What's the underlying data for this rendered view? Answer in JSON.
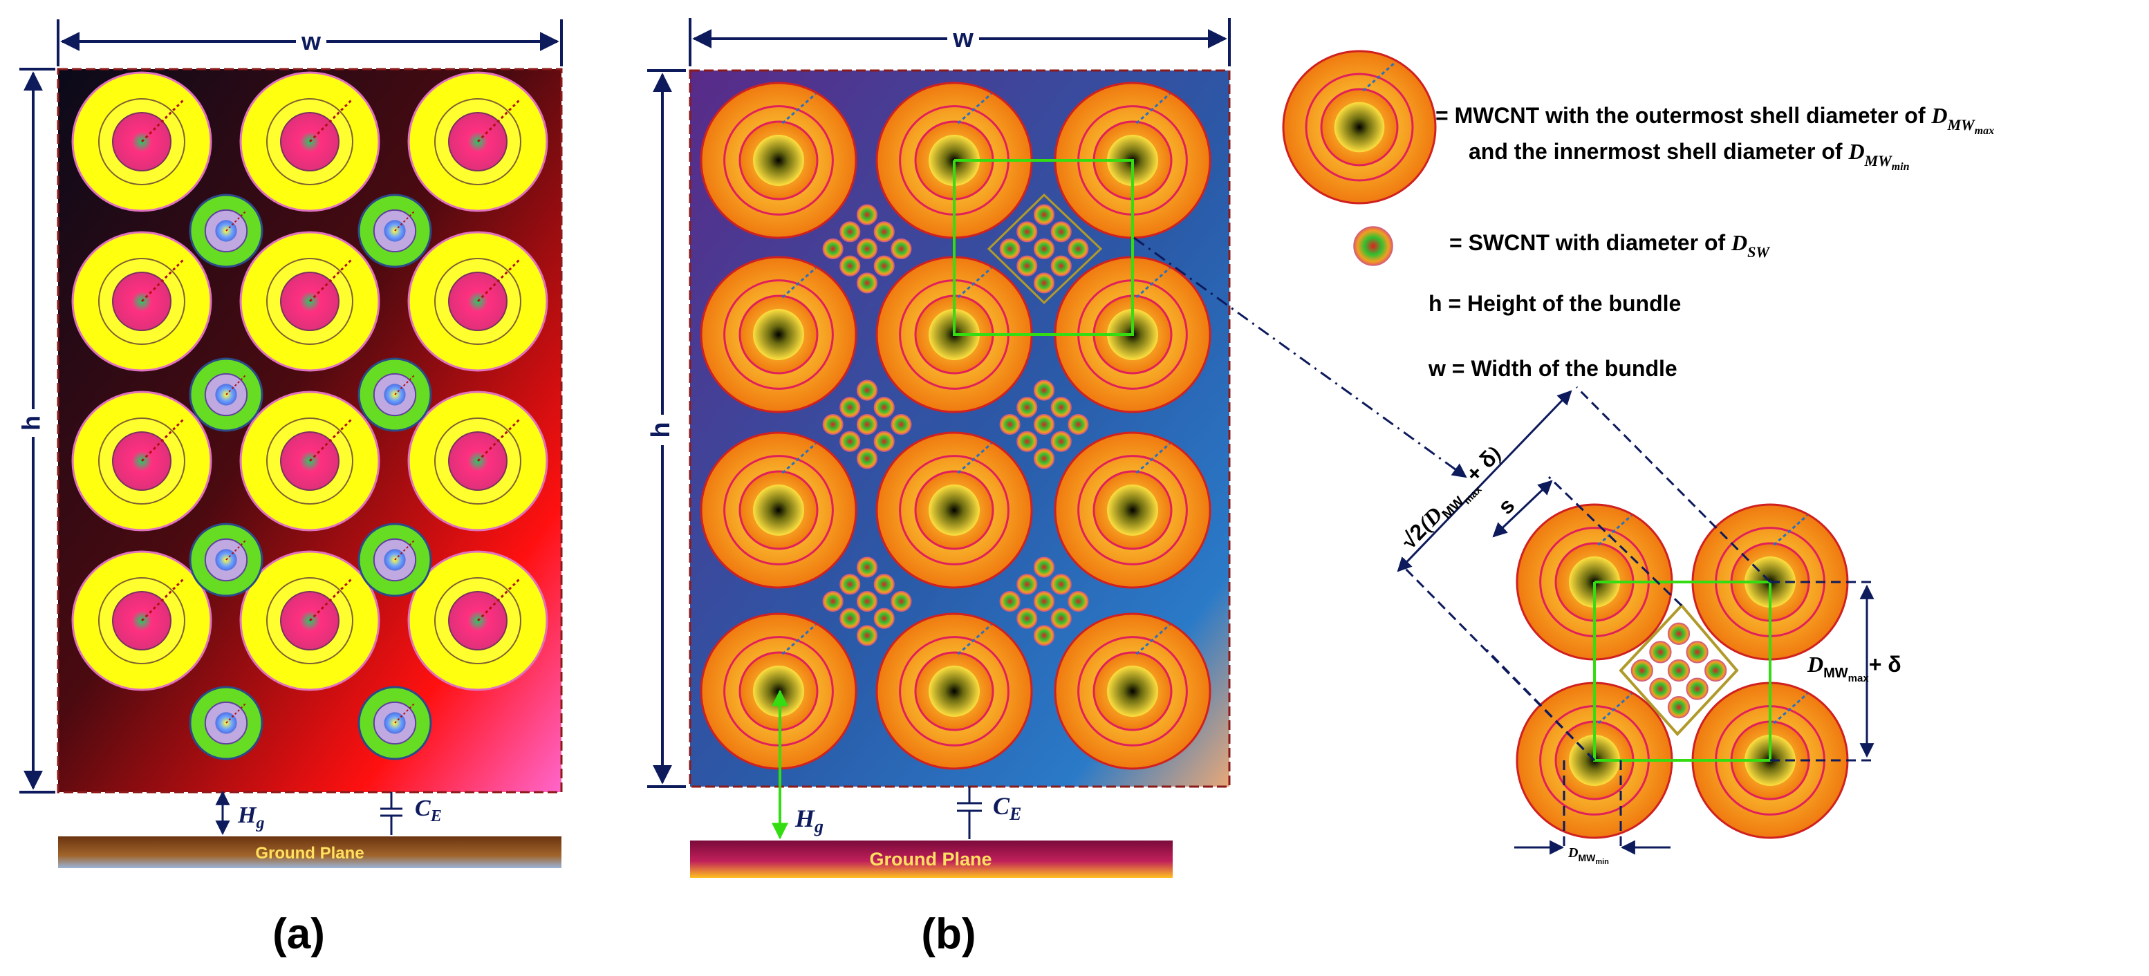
{
  "panel_a": {
    "width_label": "w",
    "height_label": "h",
    "gap_label": "H",
    "gap_sub": "g",
    "cap_label": "C",
    "cap_sub": "E",
    "ground_label": "Ground Plane",
    "caption": "(a)"
  },
  "panel_b": {
    "width_label": "w",
    "height_label": "h",
    "gap_label": "H",
    "gap_sub": "g",
    "cap_label": "C",
    "cap_sub": "E",
    "ground_label": "Ground Plane",
    "caption": "(b)"
  },
  "legend": {
    "mwcnt_line1_prefix": "= MWCNT with the outermost shell diameter of ",
    "mwcnt_line2_prefix": "and the innermost shell diameter of ",
    "d_symbol": "D",
    "mw_sub": "MW",
    "max_sub": "max",
    "min_sub": "min",
    "swcnt_prefix": "= SWCNT with diameter of ",
    "sw_sub": "SW",
    "height_def": "h = Height of the bundle",
    "width_def": "w = Width of the bundle"
  },
  "zoom": {
    "sqrt_label": "√2",
    "plus_delta": "+ δ",
    "paren_open": "(",
    "paren_close": ")",
    "spacing_label": "s",
    "d_symbol": "D",
    "mw_sub": "MW",
    "max_sub": "max",
    "min_sub": "min"
  },
  "colors": {
    "dim_line": "#0d1a5c",
    "green_link": "#33dd11",
    "mw_outer": "#e02020",
    "bundle_border": "#8b1a1a"
  }
}
